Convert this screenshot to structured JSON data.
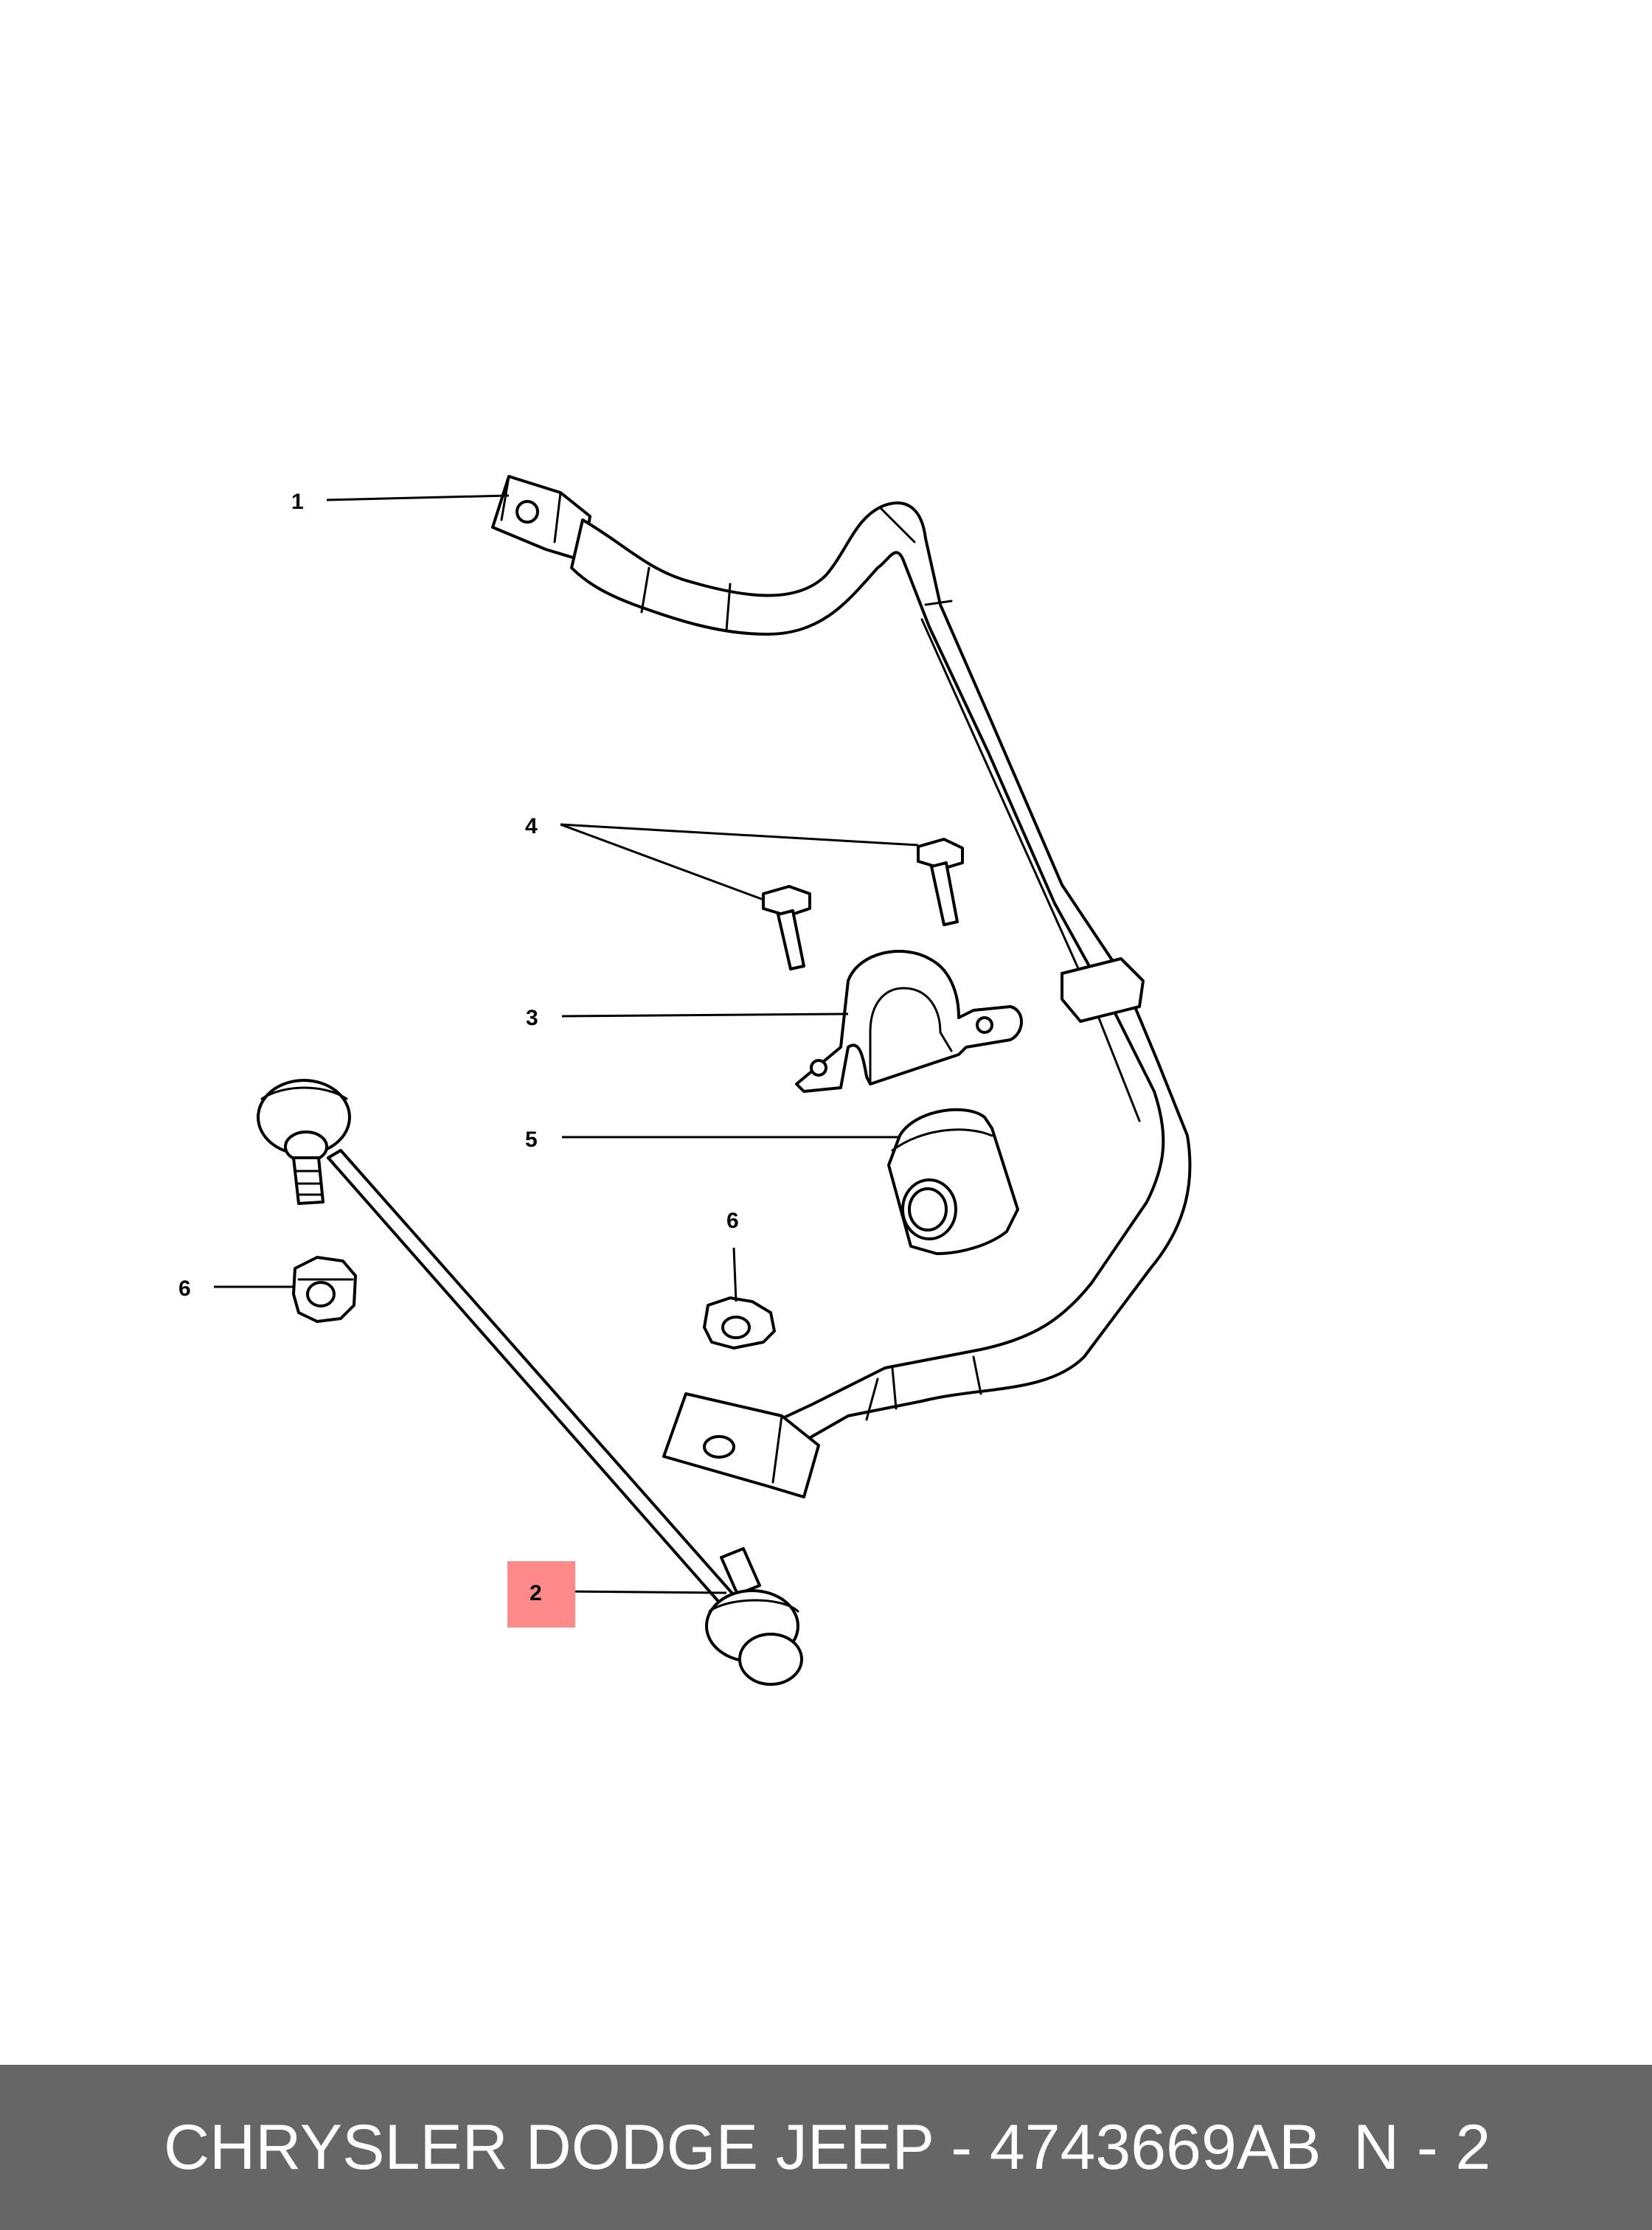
{
  "callouts": {
    "c1": "1",
    "c2": "2",
    "c3": "3",
    "c4": "4",
    "c5": "5",
    "c6a": "6",
    "c6b": "6"
  },
  "highlight": {
    "callout": "2",
    "color": "#ff8a8a"
  },
  "footer": {
    "title": "CHRYSLER DODGE JEEP - 4743669AB",
    "position": "N - 2",
    "background": "#666666",
    "text_color": "#ffffff"
  }
}
